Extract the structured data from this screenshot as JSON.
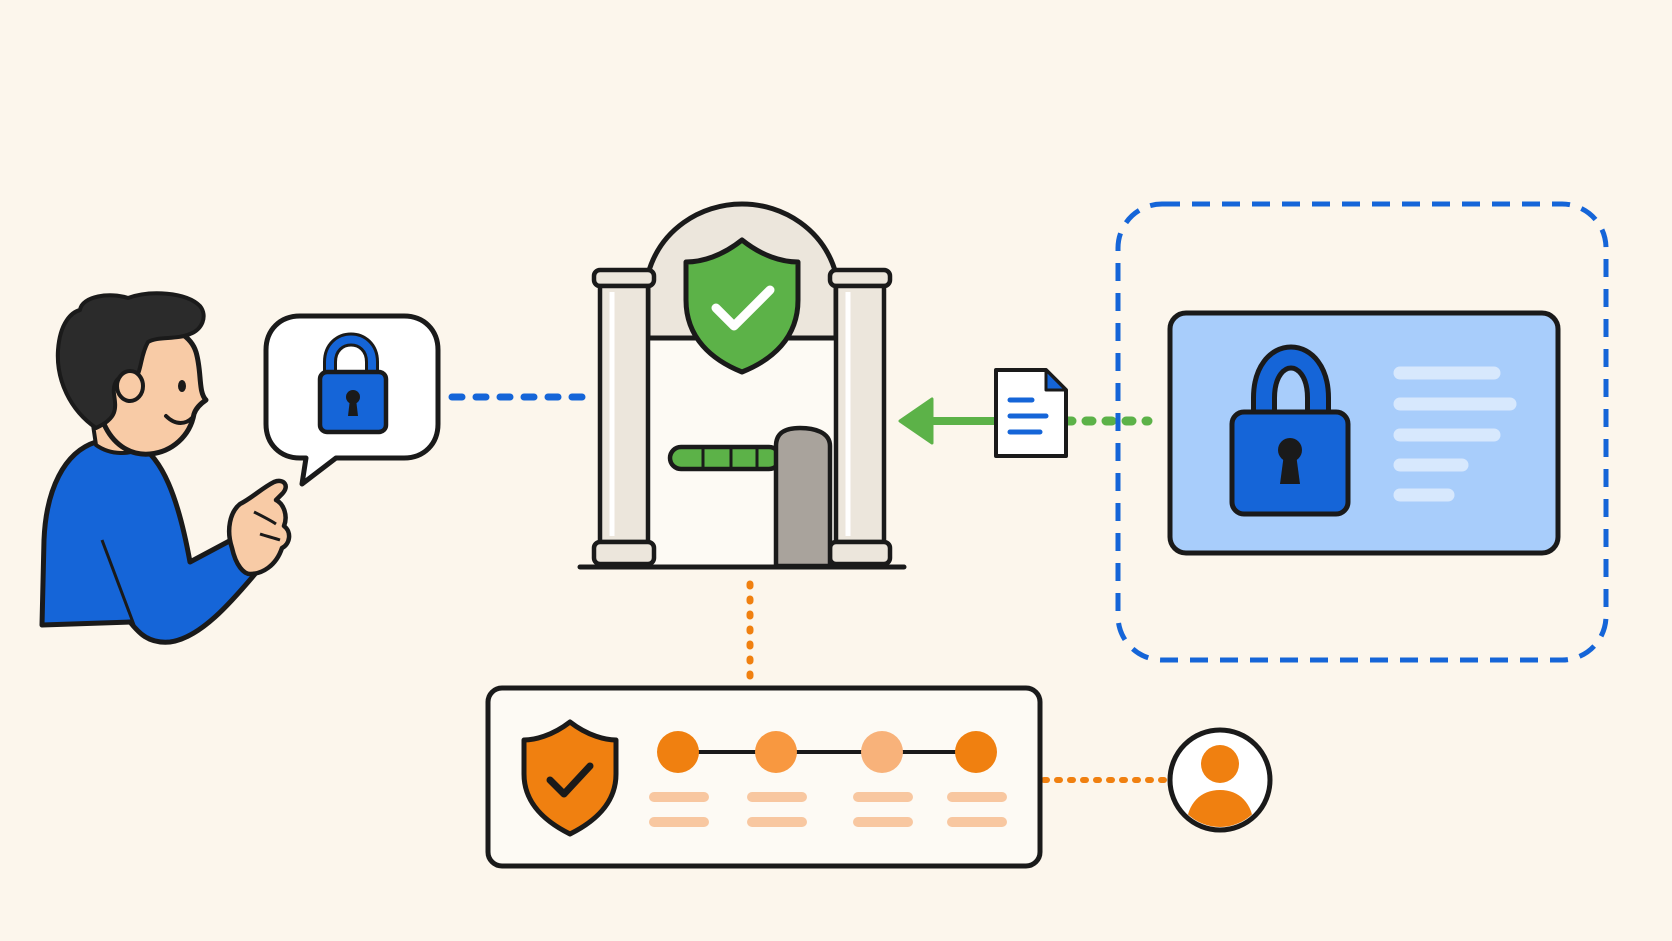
{
  "colors": {
    "background": "#fcf6ec",
    "outline": "#1a1a1a",
    "blue": "#1565d8",
    "light_blue_panel": "#a8cdfb",
    "green": "#5cb248",
    "orange": "#f08010",
    "light_orange": "#f8b27a",
    "pillar": "#ece6dc",
    "gate_post": "#a9a39c",
    "skin": "#f8cba6",
    "hair": "#2b2b2b"
  },
  "nodes": {
    "user": {
      "icon": "person-pointing-icon"
    },
    "speech_bubble": {
      "icon": "padlock-icon"
    },
    "gateway": {
      "icon": "gateway-arch-icon",
      "badge_icon": "shield-check-icon",
      "barrier_icon": "boom-barrier-icon"
    },
    "document": {
      "icon": "document-icon"
    },
    "secure_zone": {
      "icon": "padlock-icon",
      "card_text_lines": 5
    },
    "audit_panel": {
      "icon": "shield-check-icon",
      "timeline_steps": 4
    },
    "admin": {
      "icon": "user-avatar-icon"
    }
  },
  "connectors": [
    {
      "from": "speech_bubble",
      "to": "gateway",
      "style": "dotted",
      "color": "blue"
    },
    {
      "from": "secure_zone",
      "to": "gateway",
      "style": "dotted-arrow",
      "color": "green",
      "via": "document"
    },
    {
      "from": "gateway",
      "to": "audit_panel",
      "style": "dotted",
      "color": "orange"
    },
    {
      "from": "audit_panel",
      "to": "admin",
      "style": "dotted",
      "color": "orange"
    }
  ]
}
